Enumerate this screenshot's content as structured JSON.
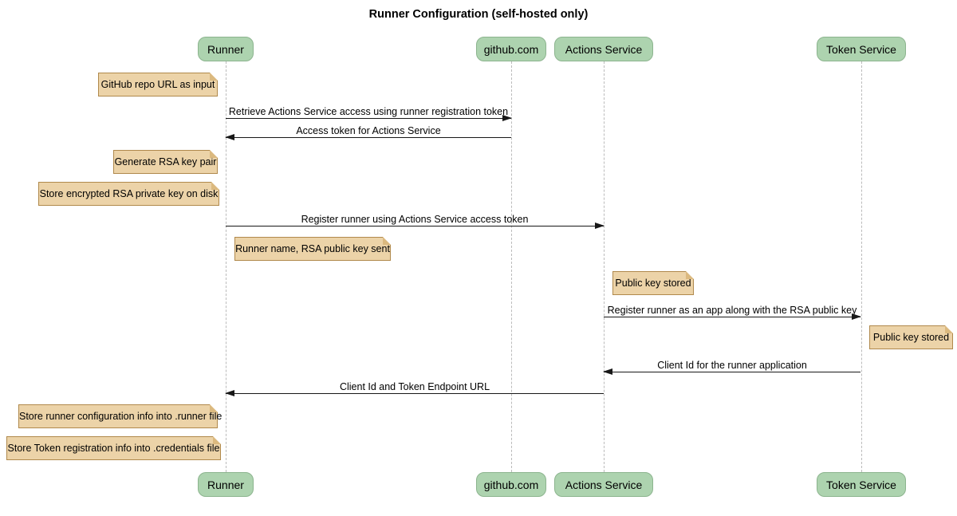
{
  "diagram": {
    "title": "Runner Configuration (self-hosted only)",
    "participants": [
      {
        "id": "runner",
        "label": "Runner"
      },
      {
        "id": "github",
        "label": "github.com"
      },
      {
        "id": "actions",
        "label": "Actions Service"
      },
      {
        "id": "token",
        "label": "Token Service"
      }
    ],
    "messages": [
      {
        "from": "Runner",
        "to": "github.com",
        "label": "Retrieve Actions Service access using runner registration token"
      },
      {
        "from": "github.com",
        "to": "Runner",
        "label": "Access token for Actions Service"
      },
      {
        "from": "Runner",
        "to": "Actions Service",
        "label": "Register runner using Actions Service access token"
      },
      {
        "from": "Actions Service",
        "to": "Token Service",
        "label": "Register runner as an app along with the RSA public key"
      },
      {
        "from": "Token Service",
        "to": "Actions Service",
        "label": "Client Id for the runner application"
      },
      {
        "from": "Actions Service",
        "to": "Runner",
        "label": "Client Id and Token Endpoint URL"
      }
    ],
    "notes": [
      {
        "attached_to": "Runner",
        "text": "GitHub repo URL as input"
      },
      {
        "attached_to": "Runner",
        "text": "Generate RSA key pair"
      },
      {
        "attached_to": "Runner",
        "text": "Store encrypted RSA private key on disk"
      },
      {
        "attached_to": "Runner",
        "text": "Runner name, RSA public key sent"
      },
      {
        "attached_to": "Actions Service",
        "text": "Public key stored"
      },
      {
        "attached_to": "Token Service",
        "text": "Public key stored"
      },
      {
        "attached_to": "Runner",
        "text": "Store runner configuration info into .runner file"
      },
      {
        "attached_to": "Runner",
        "text": "Store Token registration info into .credentials file"
      }
    ],
    "colors": {
      "participant_fill": "#ADD3AF",
      "participant_border": "#8CB48E",
      "note_fill": "#ECD3A8",
      "note_border": "#B0894C",
      "note_fold": "#DBB97F",
      "lifeline_color": "#BBBBBB",
      "arrow_color": "#181818",
      "title_color": "#000000"
    }
  }
}
